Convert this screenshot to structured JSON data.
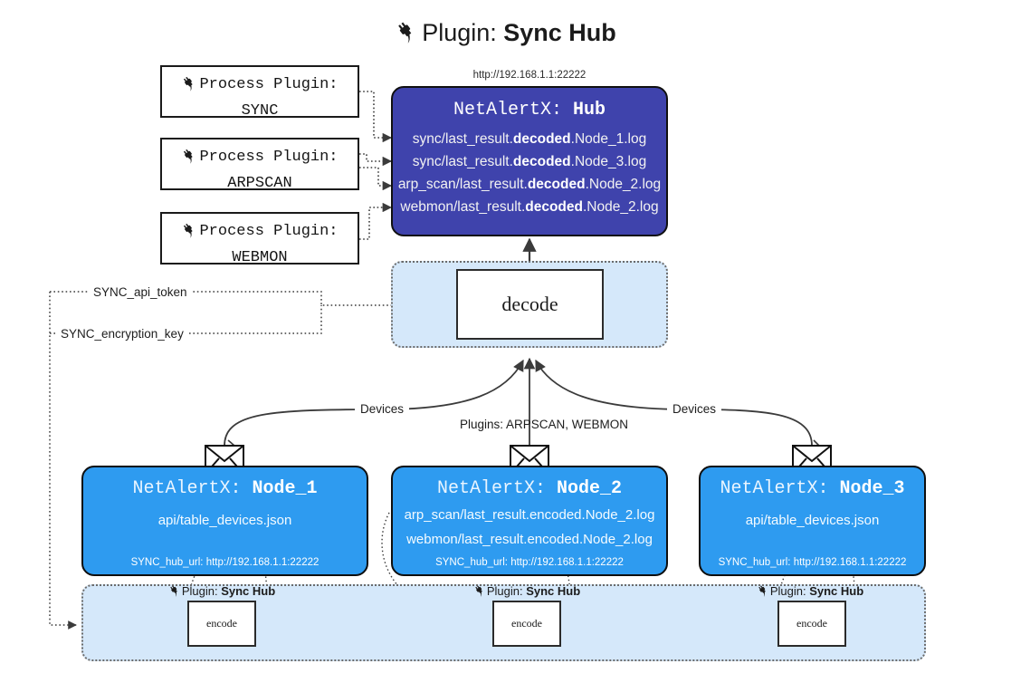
{
  "title": {
    "icon": "plug-icon",
    "prefix": "Plugin: ",
    "name": "Sync Hub"
  },
  "process_plugins": [
    {
      "icon": "plug-icon",
      "line1": "Process Plugin:",
      "line2": "SYNC"
    },
    {
      "icon": "plug-icon",
      "line1": "Process Plugin:",
      "line2": "ARPSCAN"
    },
    {
      "icon": "plug-icon",
      "line1": "Process Plugin:",
      "line2": "WEBMON"
    }
  ],
  "hub": {
    "url": "http://192.168.1.1:22222",
    "title_prefix": "NetAlertX: ",
    "title_name": "Hub",
    "lines": [
      {
        "pre": "sync/last_result.",
        "mid": "decoded",
        "post": ".Node_1.log"
      },
      {
        "pre": "sync/last_result.",
        "mid": "decoded",
        "post": ".Node_3.log"
      },
      {
        "pre": "arp_scan/last_result.",
        "mid": "decoded",
        "post": ".Node_2.log"
      },
      {
        "pre": "webmon/last_result.",
        "mid": "decoded",
        "post": ".Node_2.log"
      }
    ]
  },
  "decode": {
    "label": "decode"
  },
  "settings": {
    "api_token": "SYNC_api_token",
    "encryption_key": "SYNC_encryption_key"
  },
  "edges": {
    "devices_left": "Devices",
    "devices_right": "Devices",
    "plugins_center": "Plugins: ARPSCAN, WEBMON"
  },
  "nodes": [
    {
      "icon": "envelope-icon",
      "title_prefix": "NetAlertX: ",
      "title_name": "Node_1",
      "lines": [
        "api/table_devices.json"
      ],
      "footer": "SYNC_hub_url: http://192.168.1.1:22222"
    },
    {
      "icon": "envelope-icon",
      "title_prefix": "NetAlertX: ",
      "title_name": "Node_2",
      "lines": [
        "arp_scan/last_result.encoded.Node_2.log",
        "webmon/last_result.encoded.Node_2.log"
      ],
      "footer": "SYNC_hub_url: http://192.168.1.1:22222"
    },
    {
      "icon": "envelope-icon",
      "title_prefix": "NetAlertX: ",
      "title_name": "Node_3",
      "lines": [
        "api/table_devices.json"
      ],
      "footer": "SYNC_hub_url: http://192.168.1.1:22222"
    }
  ],
  "encoders": [
    {
      "icon": "plug-icon",
      "caption_prefix": "Plugin: ",
      "caption_name": "Sync Hub",
      "label": "encode"
    },
    {
      "icon": "plug-icon",
      "caption_prefix": "Plugin: ",
      "caption_name": "Sync Hub",
      "label": "encode"
    },
    {
      "icon": "plug-icon",
      "caption_prefix": "Plugin: ",
      "caption_name": "Sync Hub",
      "label": "encode"
    }
  ],
  "colors": {
    "hub_fill": "#3f43ac",
    "node_fill": "#2e9bf0",
    "container_fill": "#d5e8fa",
    "stroke": "#3b3b3b"
  }
}
